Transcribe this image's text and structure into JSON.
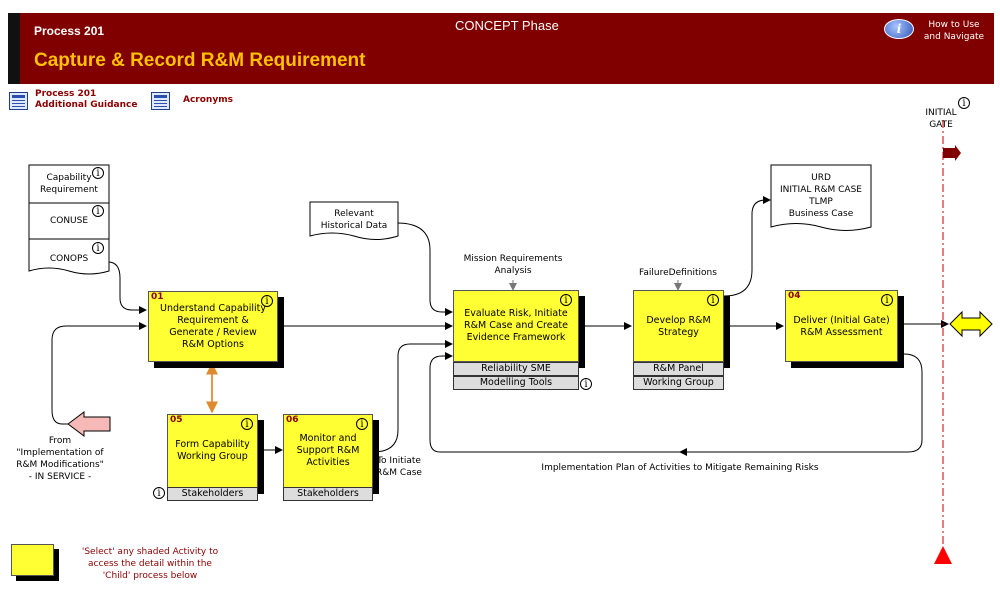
{
  "header": {
    "process_number": "Process 201",
    "phase": "CONCEPT Phase",
    "title": "Capture & Record R&M Requirement",
    "help_line1": "How to Use",
    "help_line2": "and Navigate",
    "info_glyph": "i"
  },
  "links": {
    "guidance_line1": "Process 201",
    "guidance_line2": "Additional Guidance",
    "acronyms": "Acronyms"
  },
  "inputs": {
    "capability_line1": "Capability",
    "capability_line2": "Requirement",
    "conuse": "CONUSE",
    "conops": "CONOPS",
    "historical_line1": "Relevant",
    "historical_line2": "Historical Data"
  },
  "outputs": {
    "line1": "URD",
    "line2": "INITIAL R&M CASE",
    "line3": "TLMP",
    "line4": "Business Case"
  },
  "gate": {
    "line1": "INITIAL",
    "line2": "GATE"
  },
  "activities": [
    {
      "num": "01",
      "lines": [
        "Understand Capability",
        "Requirement &",
        "Generate / Review",
        "R&M Options"
      ]
    },
    {
      "num": "",
      "lines": [
        "Evaluate Risk, Initiate",
        "R&M Case and Create",
        "Evidence Framework"
      ],
      "subs": [
        "Reliability SME",
        "Modelling Tools"
      ]
    },
    {
      "num": "",
      "lines": [
        "Develop R&M",
        "Strategy"
      ],
      "subs": [
        "R&M Panel",
        "Working Group"
      ]
    },
    {
      "num": "04",
      "lines": [
        "Deliver (Initial Gate)",
        "R&M Assessment"
      ]
    },
    {
      "num": "05",
      "lines": [
        "Form Capability",
        "Working Group"
      ],
      "subs": [
        "Stakeholders"
      ]
    },
    {
      "num": "06",
      "lines": [
        "Monitor and",
        "Support R&M",
        "Activities"
      ],
      "subs": [
        "Stakeholders"
      ]
    }
  ],
  "labels": {
    "mission_line1": "Mission Requirements",
    "mission_line2": "Analysis",
    "failure": "FailureDefinitions",
    "implementation": "Implementation Plan of Activities to Mitigate Remaining Risks",
    "to_initiate_line1": "To Initiate",
    "to_initiate_line2": "R&M Case",
    "from_line1": "From",
    "from_line2": "\"Implementation of",
    "from_line3": "R&M Modifications\"",
    "from_line4": "- IN SERVICE -"
  },
  "legend": {
    "line1": "'Select' any shaded Activity to",
    "line2": "access the detail within the",
    "line3": "'Child' process below"
  },
  "colors": {
    "header_bg": "#800000",
    "title_text": "#ffc000",
    "activity_fill": "#ffff33",
    "gate_line": "#cc0000",
    "connector_orange": "#e08a30",
    "from_arrow_fill": "#f7b8b8"
  }
}
